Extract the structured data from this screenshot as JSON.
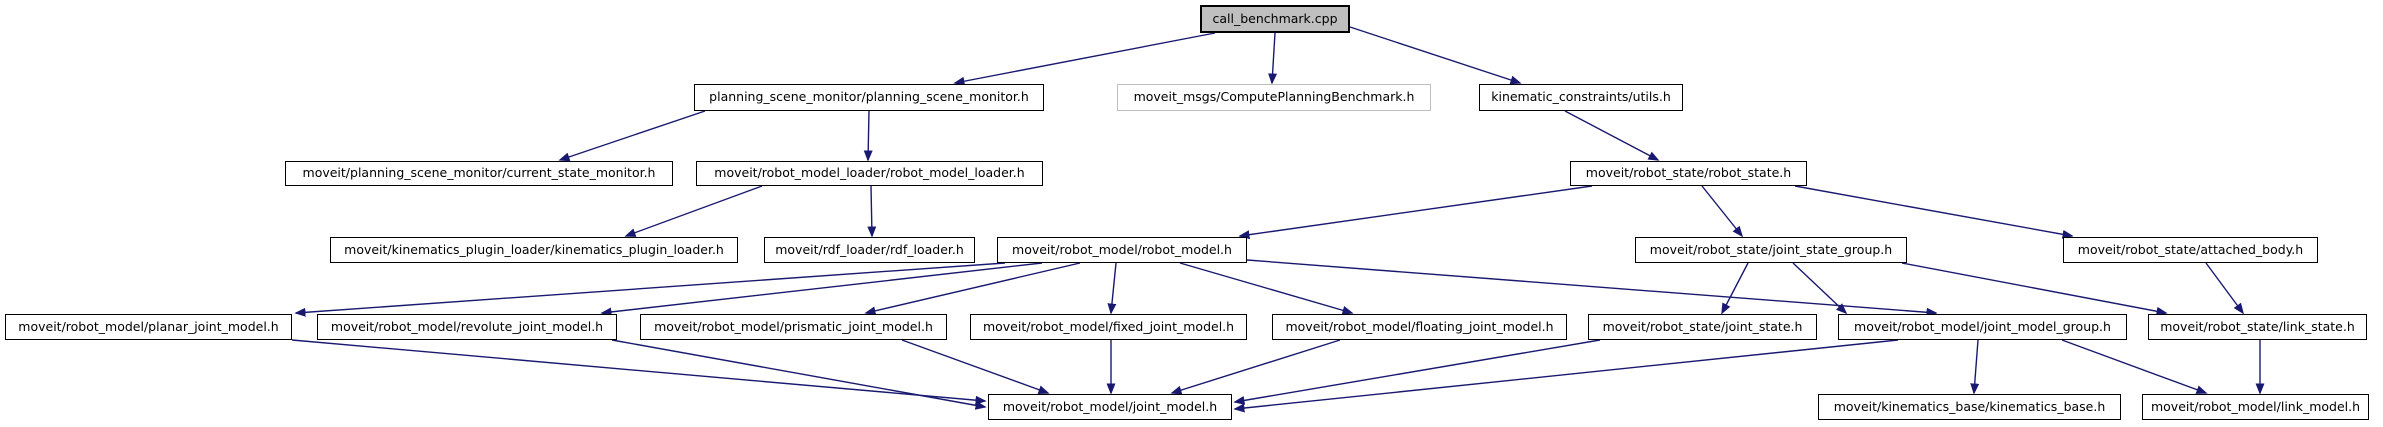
{
  "graph": {
    "root_file": "call_benchmark.cpp",
    "colors": {
      "edge": "#191970",
      "node_fill": "#ffffff",
      "node_border": "#000000",
      "root_fill": "#bfbfbf",
      "external_border": "#bebebe",
      "text": "#000000"
    },
    "nodes": [
      {
        "id": "call_benchmark",
        "label": "call_benchmark.cpp",
        "type": "root"
      },
      {
        "id": "psm",
        "label": "planning_scene_monitor/planning_scene_monitor.h",
        "type": "internal"
      },
      {
        "id": "cpb",
        "label": "moveit_msgs/ComputePlanningBenchmark.h",
        "type": "external"
      },
      {
        "id": "utils",
        "label": "kinematic_constraints/utils.h",
        "type": "internal"
      },
      {
        "id": "csm",
        "label": "moveit/planning_scene_monitor/current_state_monitor.h",
        "type": "internal"
      },
      {
        "id": "rml",
        "label": "moveit/robot_model_loader/robot_model_loader.h",
        "type": "internal"
      },
      {
        "id": "rs",
        "label": "moveit/robot_state/robot_state.h",
        "type": "internal"
      },
      {
        "id": "kpl",
        "label": "moveit/kinematics_plugin_loader/kinematics_plugin_loader.h",
        "type": "internal"
      },
      {
        "id": "rdf",
        "label": "moveit/rdf_loader/rdf_loader.h",
        "type": "internal"
      },
      {
        "id": "rm",
        "label": "moveit/robot_model/robot_model.h",
        "type": "internal"
      },
      {
        "id": "jsg",
        "label": "moveit/robot_state/joint_state_group.h",
        "type": "internal"
      },
      {
        "id": "ab",
        "label": "moveit/robot_state/attached_body.h",
        "type": "internal"
      },
      {
        "id": "planar",
        "label": "moveit/robot_model/planar_joint_model.h",
        "type": "internal"
      },
      {
        "id": "revolute",
        "label": "moveit/robot_model/revolute_joint_model.h",
        "type": "internal"
      },
      {
        "id": "prismatic",
        "label": "moveit/robot_model/prismatic_joint_model.h",
        "type": "internal"
      },
      {
        "id": "fixed",
        "label": "moveit/robot_model/fixed_joint_model.h",
        "type": "internal"
      },
      {
        "id": "floating",
        "label": "moveit/robot_model/floating_joint_model.h",
        "type": "internal"
      },
      {
        "id": "js",
        "label": "moveit/robot_state/joint_state.h",
        "type": "internal"
      },
      {
        "id": "jmg",
        "label": "moveit/robot_model/joint_model_group.h",
        "type": "internal"
      },
      {
        "id": "ls",
        "label": "moveit/robot_state/link_state.h",
        "type": "internal"
      },
      {
        "id": "jm",
        "label": "moveit/robot_model/joint_model.h",
        "type": "internal"
      },
      {
        "id": "kb",
        "label": "moveit/kinematics_base/kinematics_base.h",
        "type": "internal"
      },
      {
        "id": "lm",
        "label": "moveit/robot_model/link_model.h",
        "type": "internal"
      }
    ],
    "edges": [
      {
        "from": "call_benchmark",
        "to": "psm"
      },
      {
        "from": "call_benchmark",
        "to": "cpb"
      },
      {
        "from": "call_benchmark",
        "to": "utils"
      },
      {
        "from": "psm",
        "to": "csm"
      },
      {
        "from": "psm",
        "to": "rml"
      },
      {
        "from": "utils",
        "to": "rs"
      },
      {
        "from": "rml",
        "to": "kpl"
      },
      {
        "from": "rml",
        "to": "rdf"
      },
      {
        "from": "rs",
        "to": "rm"
      },
      {
        "from": "rs",
        "to": "jsg"
      },
      {
        "from": "rs",
        "to": "ab"
      },
      {
        "from": "rm",
        "to": "planar"
      },
      {
        "from": "rm",
        "to": "revolute"
      },
      {
        "from": "rm",
        "to": "prismatic"
      },
      {
        "from": "rm",
        "to": "fixed"
      },
      {
        "from": "rm",
        "to": "floating"
      },
      {
        "from": "rm",
        "to": "jmg"
      },
      {
        "from": "jsg",
        "to": "js"
      },
      {
        "from": "jsg",
        "to": "jmg"
      },
      {
        "from": "jsg",
        "to": "ls"
      },
      {
        "from": "ab",
        "to": "ls"
      },
      {
        "from": "planar",
        "to": "jm"
      },
      {
        "from": "revolute",
        "to": "jm"
      },
      {
        "from": "prismatic",
        "to": "jm"
      },
      {
        "from": "fixed",
        "to": "jm"
      },
      {
        "from": "floating",
        "to": "jm"
      },
      {
        "from": "js",
        "to": "jm"
      },
      {
        "from": "jmg",
        "to": "kb"
      },
      {
        "from": "jmg",
        "to": "jm"
      },
      {
        "from": "jmg",
        "to": "lm"
      },
      {
        "from": "ls",
        "to": "lm"
      }
    ]
  }
}
